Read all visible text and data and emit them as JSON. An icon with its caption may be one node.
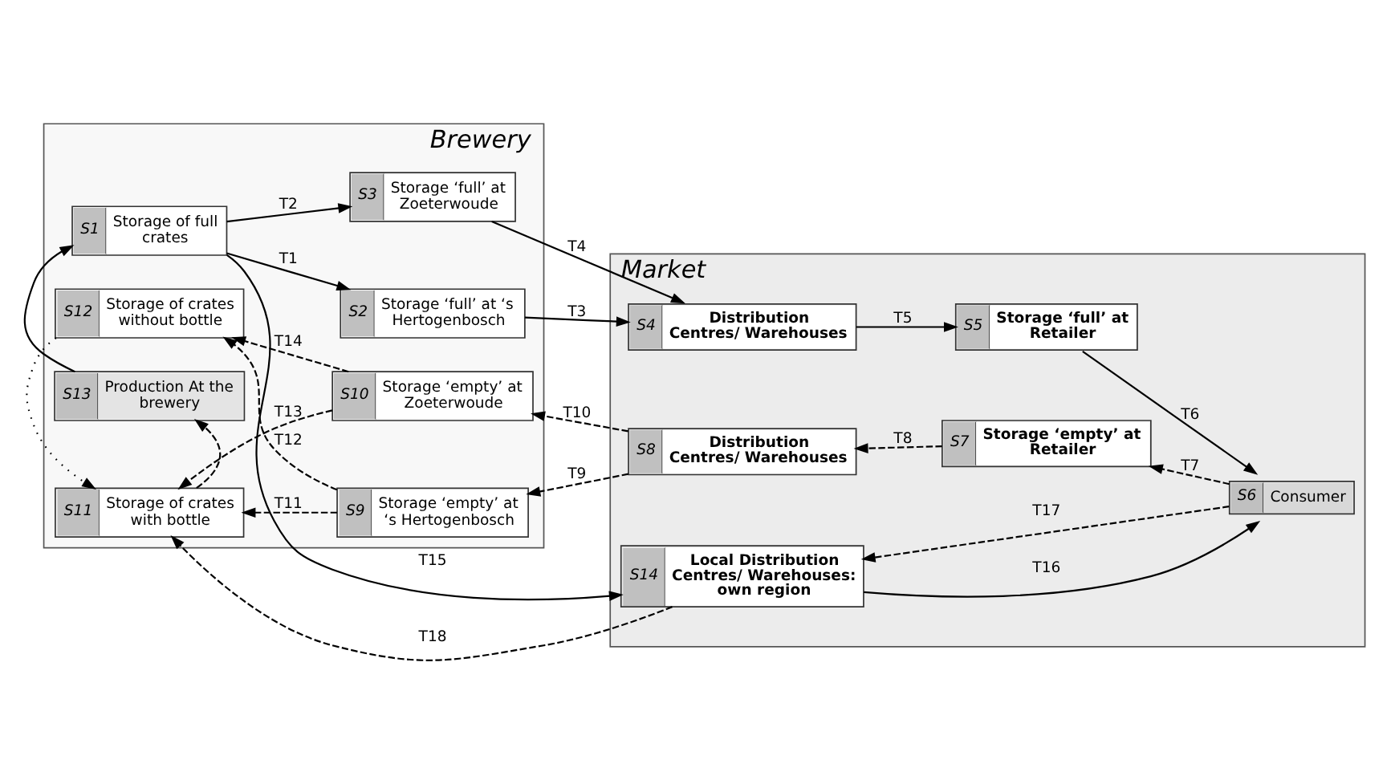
{
  "diagram": {
    "nodes": [
      {
        "text": [
          "Brewery"
        ]
      },
      {
        "text": [
          "Market"
        ]
      },
      {
        "text": [
          "S1",
          "Storage of full crates"
        ],
        "in": 0
      },
      {
        "text": [
          "S2",
          "Storage ‘full’ at ‘s Hertogenbosch"
        ],
        "in": 0
      },
      {
        "text": [
          "S3",
          "Storage ‘full’ at Zoeterwoude"
        ],
        "in": 0
      },
      {
        "text": [
          "S13",
          "Production At the brewery"
        ],
        "in": 0
      },
      {
        "text": [
          "S11",
          "Storage of crates with bottle"
        ],
        "in": 0
      },
      {
        "text": [
          "S12",
          "Storage of crates without bottle"
        ],
        "in": 0
      },
      {
        "text": [
          "S9",
          "Storage ‘empty’ at ‘s Hertogenbosch"
        ],
        "in": 0
      },
      {
        "text": [
          "S10",
          "Storage ‘empty’ at Zoeterwoude"
        ],
        "in": 0
      },
      {
        "text": [
          "S4",
          "Distribution Centres/ Warehouses"
        ],
        "in": 1
      },
      {
        "text": [
          "S5",
          "Storage ‘full’ at Retailer"
        ],
        "in": 1
      },
      {
        "text": [
          "S14",
          "Local Distribution Centres/ Warehouses: own region"
        ],
        "in": 1
      },
      {
        "text": [
          "S6",
          "Consumer"
        ],
        "in": 1
      },
      {
        "text": [
          "S7",
          "Storage ‘empty’ at Retailer"
        ],
        "in": 1
      },
      {
        "text": [
          "S8",
          "Distribution Centres/ Warehouses"
        ],
        "in": 1
      }
    ],
    "edges": [
      {
        "from": 2,
        "to": 3,
        "arrow": "to",
        "label": "T1"
      },
      {
        "from": 2,
        "to": 4,
        "arrow": "to",
        "label": "T2"
      },
      {
        "from": 3,
        "to": 10,
        "arrow": "to",
        "label": "T3"
      },
      {
        "from": 4,
        "to": 10,
        "arrow": "to",
        "label": "T4"
      },
      {
        "from": 10,
        "to": 11,
        "arrow": "to",
        "label": "T5"
      },
      {
        "from": 11,
        "to": 13,
        "arrow": "to",
        "label": "T6"
      },
      {
        "from": 13,
        "to": 14,
        "arrow": "to",
        "label": "T7",
        "style": "dashed"
      },
      {
        "from": 14,
        "to": 15,
        "arrow": "to",
        "label": "T8",
        "style": "dashed"
      },
      {
        "from": 15,
        "to": 8,
        "arrow": "to",
        "label": "T9",
        "style": "dashed"
      },
      {
        "from": 15,
        "to": 9,
        "arrow": "to",
        "label": "T10",
        "style": "dashed"
      },
      {
        "from": 8,
        "to": 6,
        "arrow": "to",
        "label": "T11",
        "style": "dashed"
      },
      {
        "from": 8,
        "to": 7,
        "arrow": "to",
        "label": "T12",
        "style": "dashed"
      },
      {
        "from": 9,
        "to": 6,
        "arrow": "to",
        "label": "T13",
        "style": "dashed"
      },
      {
        "from": 9,
        "to": 7,
        "arrow": "to",
        "label": "T14",
        "style": "dashed"
      },
      {
        "from": 7,
        "to": 6,
        "arrow": "to",
        "style": "dashed"
      },
      {
        "from": 6,
        "to": 5,
        "arrow": "to",
        "style": "dashed"
      },
      {
        "from": 5,
        "to": 2,
        "arrow": "to"
      },
      {
        "from": 2,
        "to": 12,
        "arrow": "to",
        "label": "T15"
      },
      {
        "from": 12,
        "to": 13,
        "arrow": "to",
        "label": "T16"
      },
      {
        "from": 13,
        "to": 12,
        "arrow": "to",
        "label": "T17",
        "style": "dashed"
      },
      {
        "from": 12,
        "to": 6,
        "arrow": "to",
        "label": "T18",
        "style": "dashed"
      }
    ]
  }
}
